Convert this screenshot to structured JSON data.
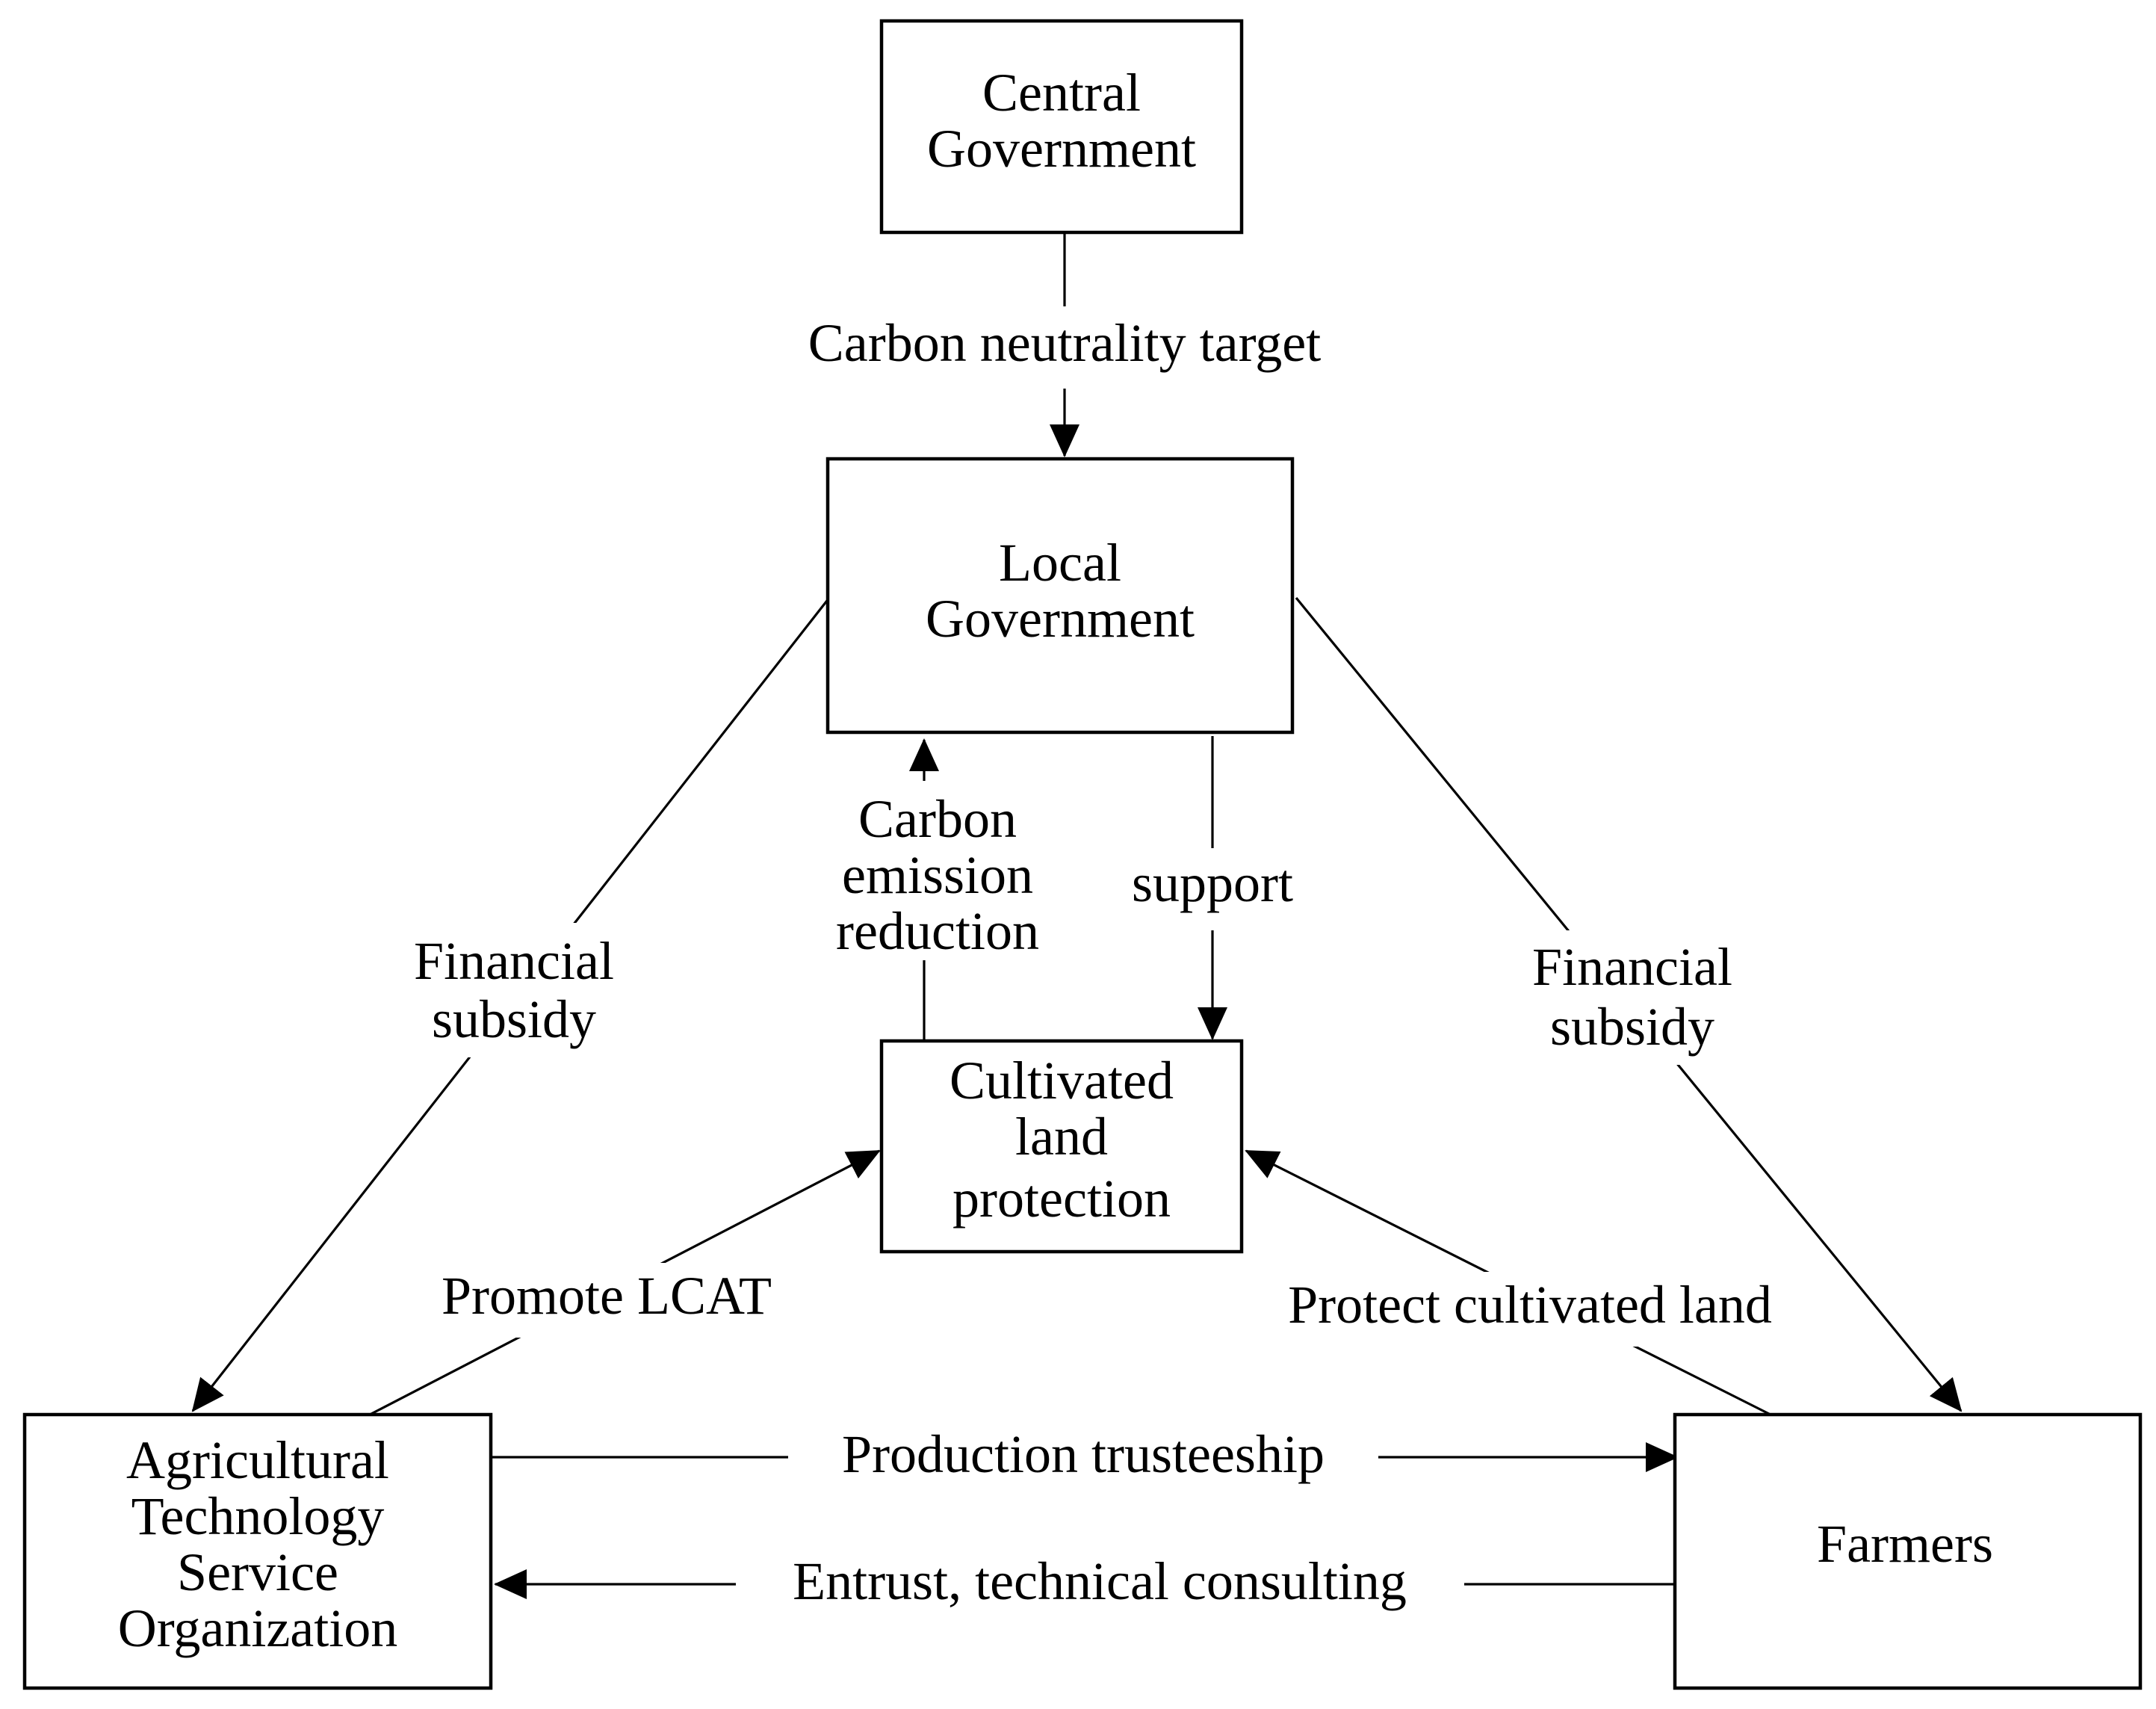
{
  "nodes": {
    "central": {
      "lines": [
        "Central",
        "Government"
      ]
    },
    "local": {
      "lines": [
        "Local",
        "Government"
      ]
    },
    "cultivated": {
      "lines": [
        "Cultivated",
        "land",
        "protection"
      ]
    },
    "agri": {
      "lines": [
        "Agricultural",
        "Technology",
        "Service",
        "Organization"
      ]
    },
    "farmers": {
      "lines": [
        "Farmers"
      ]
    }
  },
  "edges": {
    "carbon_target": {
      "lines": [
        "Carbon neutrality target"
      ]
    },
    "carbon_reduction": {
      "lines": [
        "Carbon",
        "emission",
        "reduction"
      ]
    },
    "support": {
      "lines": [
        "support"
      ]
    },
    "subsidy_left": {
      "lines": [
        "Financial",
        "subsidy"
      ]
    },
    "subsidy_right": {
      "lines": [
        "Financial",
        "subsidy"
      ]
    },
    "promote": {
      "lines": [
        "Promote LCAT"
      ]
    },
    "protect": {
      "lines": [
        "Protect cultivated land"
      ]
    },
    "trusteeship": {
      "lines": [
        "Production trusteeship"
      ]
    },
    "entrust": {
      "lines": [
        "Entrust, technical consulting"
      ]
    }
  },
  "colors": {
    "line": "#000000",
    "box_fill": "#ffffff",
    "text": "#000000"
  }
}
